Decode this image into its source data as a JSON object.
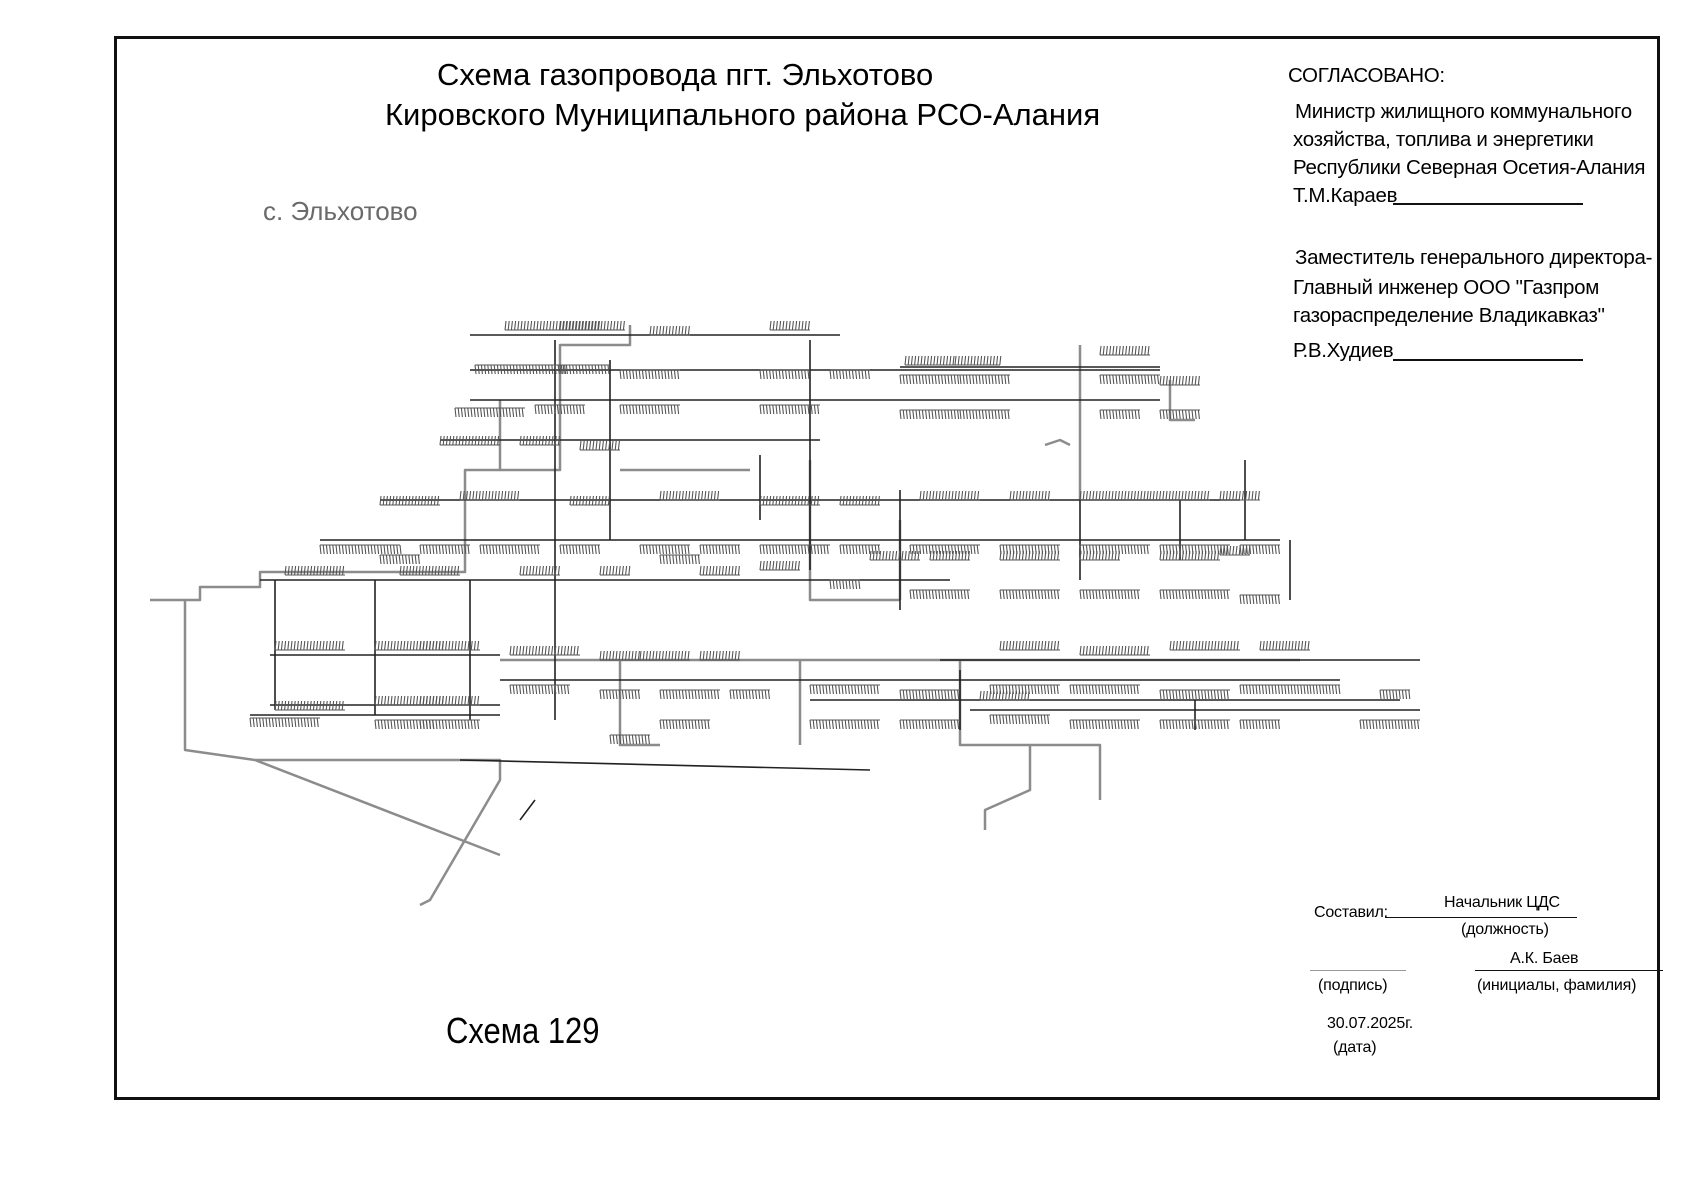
{
  "title": {
    "line1": "Схема газопровода пгт. Эльхотово",
    "line2": "Кировского  Муниципального района РСО-Алания"
  },
  "village_label": "с. Эльхотово",
  "approval": {
    "header": "СОГЛАСОВАНО:",
    "signer1": {
      "lines": [
        "Министр жилищного коммунального",
        "хозяйства, топлива и энергетики",
        "Республики Северная Осетия-Алания"
      ],
      "name": "Т.М.Караев"
    },
    "signer2": {
      "lines": [
        "Заместитель генерального директора-",
        "Главный инженер  ООО \"Газпром",
        "газораспределение Владикавказ\""
      ],
      "name": "Р.В.Худиев"
    }
  },
  "compiled": {
    "label": "Составил:",
    "position": "Начальник ЦДС",
    "position_caption": "(должность)",
    "signature_caption": "(подпись)",
    "name": "А.К. Баев",
    "name_caption": "(инициалы, фамилия)",
    "date": "30.07.2025г.",
    "date_caption": "(дата)"
  },
  "schema_number": "Схема 129",
  "colors": {
    "pipe_main": "#8c8c8c",
    "pipe_street": "#222222",
    "house": "#555555"
  }
}
